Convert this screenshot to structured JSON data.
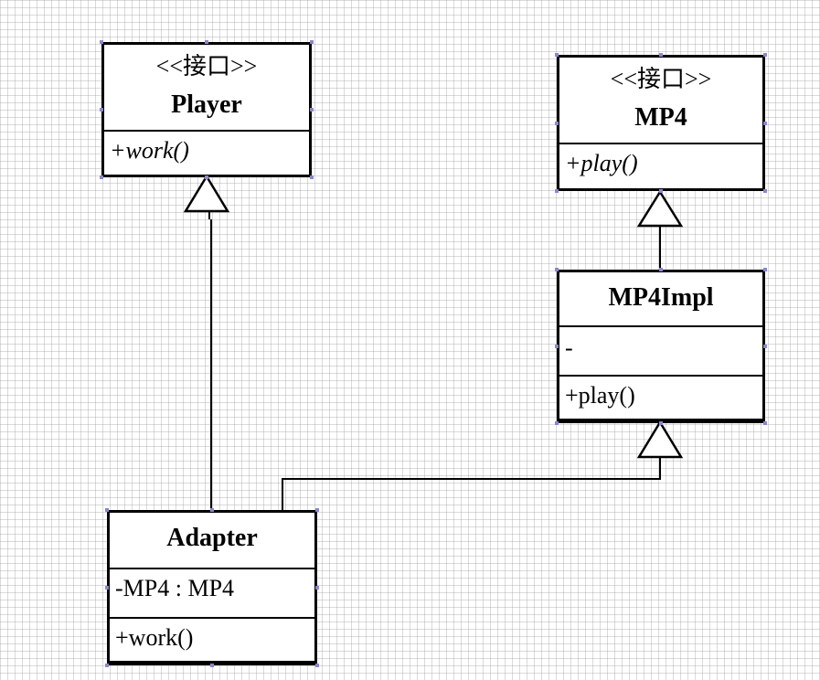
{
  "classes": {
    "player": {
      "stereotype": "<<接口>>",
      "name": "Player",
      "operations": [
        "+work()"
      ]
    },
    "mp4": {
      "stereotype": "<<接口>>",
      "name": "MP4",
      "operations": [
        "+play()"
      ]
    },
    "mp4impl": {
      "name": "MP4Impl",
      "attributes": [
        "-"
      ],
      "operations": [
        "+play()"
      ]
    },
    "adapter": {
      "name": "Adapter",
      "attributes": [
        "-MP4 : MP4"
      ],
      "operations": [
        "+work()"
      ]
    }
  },
  "relations": [
    {
      "type": "realization",
      "from": "Adapter",
      "to": "Player"
    },
    {
      "type": "realization",
      "from": "MP4Impl",
      "to": "MP4"
    },
    {
      "type": "generalization",
      "from": "Adapter",
      "to": "MP4Impl"
    }
  ],
  "colors": {
    "line": "#000000",
    "grid": "#c8c8c8",
    "handle": "#8888cc"
  }
}
